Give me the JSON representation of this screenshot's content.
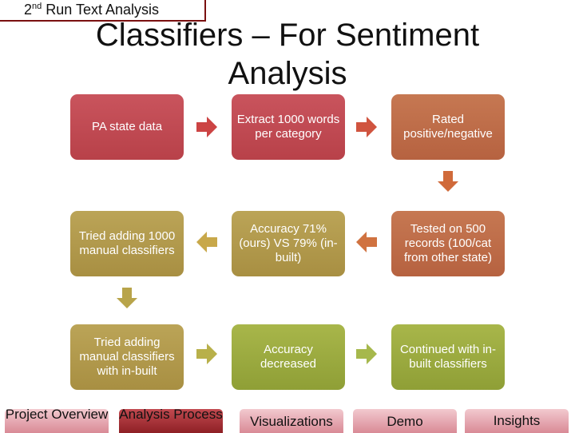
{
  "tag": {
    "prefix": "2",
    "sup": "nd",
    "rest": " Run Text Analysis"
  },
  "title": "Classifiers – For Sentiment Analysis",
  "boxes": {
    "pa_state": "PA state data",
    "extract": "Extract 1000 words per category",
    "rated": "Rated positive/negative",
    "tried_manual": "Tried adding 1000 manual classifiers",
    "accuracy": "Accuracy 71% (ours) VS 79% (in-built)",
    "tested": "Tested on 500 records (100/cat from other state)",
    "tried_inbuilt": "Tried adding manual classifiers with in-built",
    "decreased": "Accuracy decreased",
    "continued": "Continued with in-built classifiers"
  },
  "nav": {
    "project": "Project Overview",
    "analysis": "Analysis Process",
    "visualizations": "Visualizations",
    "demo": "Demo",
    "insights": "Insights"
  },
  "colors": {
    "red": "#c0464e",
    "orange": "#c06a47",
    "olive": "#b39c4f",
    "green": "#9cac40",
    "arrow_red": "#cc4444",
    "arrow_orange": "#d06a3a",
    "arrow_olive": "#c8a84a",
    "arrow_green": "#a6b84c"
  },
  "icons": [
    "arrow-right-icon",
    "arrow-left-icon",
    "arrow-down-icon"
  ]
}
